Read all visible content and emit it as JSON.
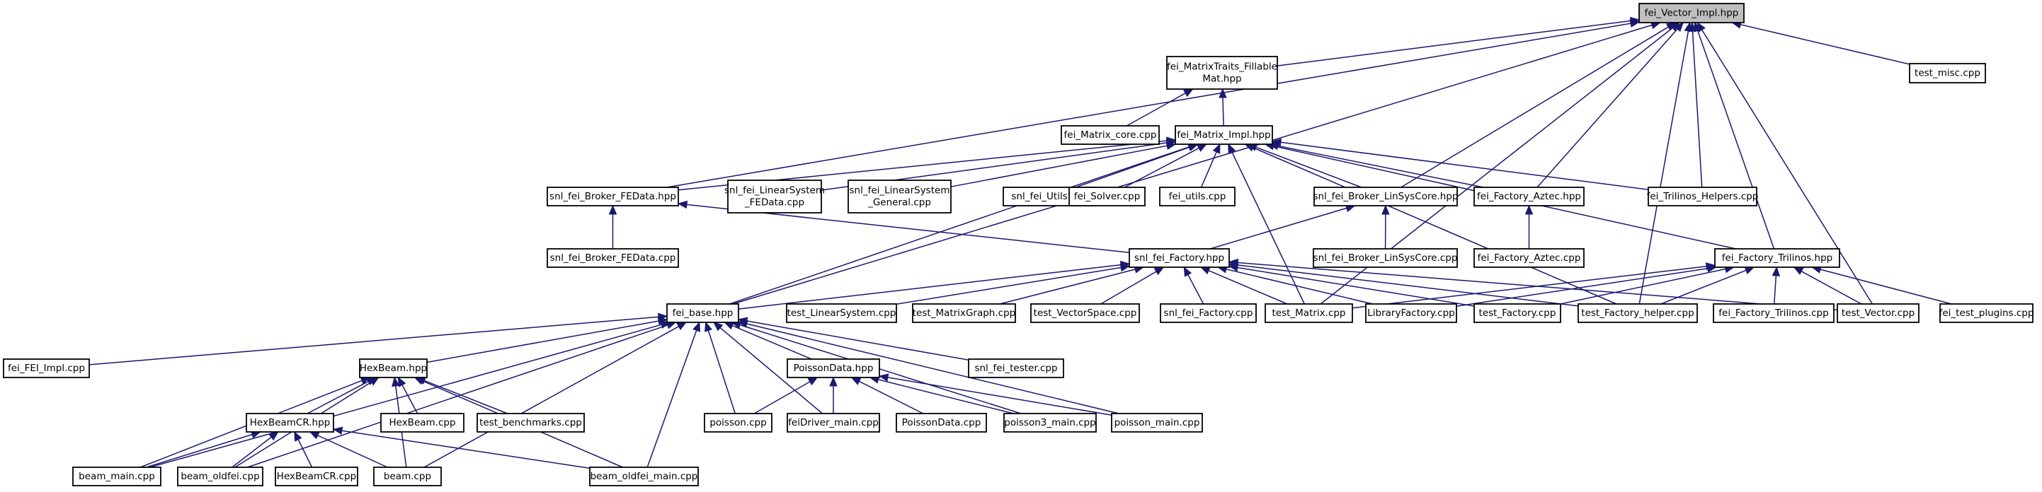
{
  "graph": {
    "title": "",
    "focus_node": "fei_Vector_Impl.hpp",
    "colors": {
      "edge": "#191970",
      "focus_fill": "#bfbfbf",
      "node_fill": "#ffffff",
      "node_border": "#000000"
    },
    "nodes": [
      {
        "id": "vector_impl",
        "lines": [
          "fei_Vector_Impl.hpp"
        ]
      },
      {
        "id": "mt_fillable",
        "lines": [
          "fei_MatrixTraits_Fillable",
          "Mat.hpp"
        ]
      },
      {
        "id": "test_misc",
        "lines": [
          "test_misc.cpp"
        ]
      },
      {
        "id": "matrix_core",
        "lines": [
          "fei_Matrix_core.cpp"
        ]
      },
      {
        "id": "matrix_impl",
        "lines": [
          "fei_Matrix_Impl.hpp"
        ]
      },
      {
        "id": "broker_fedata_hpp",
        "lines": [
          "snl_fei_Broker_FEData.hpp"
        ]
      },
      {
        "id": "ls_fedata",
        "lines": [
          "snl_fei_LinearSystem",
          "_FEData.cpp"
        ]
      },
      {
        "id": "ls_general",
        "lines": [
          "snl_fei_LinearSystem",
          "_General.cpp"
        ]
      },
      {
        "id": "snl_utils",
        "lines": [
          "snl_fei_Utils.cpp"
        ]
      },
      {
        "id": "fei_solver",
        "lines": [
          "fei_Solver.cpp"
        ]
      },
      {
        "id": "fei_utils",
        "lines": [
          "fei_utils.cpp"
        ]
      },
      {
        "id": "broker_lsc_hpp",
        "lines": [
          "snl_fei_Broker_LinSysCore.hpp"
        ]
      },
      {
        "id": "factory_aztec_hpp",
        "lines": [
          "fei_Factory_Aztec.hpp"
        ]
      },
      {
        "id": "trilinos_helpers",
        "lines": [
          "fei_Trilinos_Helpers.cpp"
        ]
      },
      {
        "id": "broker_fedata_cpp",
        "lines": [
          "snl_fei_Broker_FEData.cpp"
        ]
      },
      {
        "id": "snl_factory_hpp",
        "lines": [
          "snl_fei_Factory.hpp"
        ]
      },
      {
        "id": "broker_lsc_cpp",
        "lines": [
          "snl_fei_Broker_LinSysCore.cpp"
        ]
      },
      {
        "id": "factory_aztec_cpp",
        "lines": [
          "fei_Factory_Aztec.cpp"
        ]
      },
      {
        "id": "factory_trilinos_hpp",
        "lines": [
          "fei_Factory_Trilinos.hpp"
        ]
      },
      {
        "id": "fei_base",
        "lines": [
          "fei_base.hpp"
        ]
      },
      {
        "id": "test_ls",
        "lines": [
          "test_LinearSystem.cpp"
        ]
      },
      {
        "id": "test_mg",
        "lines": [
          "test_MatrixGraph.cpp"
        ]
      },
      {
        "id": "test_vs",
        "lines": [
          "test_VectorSpace.cpp"
        ]
      },
      {
        "id": "snl_factory_cpp",
        "lines": [
          "snl_fei_Factory.cpp"
        ]
      },
      {
        "id": "test_matrix",
        "lines": [
          "test_Matrix.cpp"
        ]
      },
      {
        "id": "library_factory",
        "lines": [
          "LibraryFactory.cpp"
        ]
      },
      {
        "id": "test_factory",
        "lines": [
          "test_Factory.cpp"
        ]
      },
      {
        "id": "test_factory_helper",
        "lines": [
          "test_Factory_helper.cpp"
        ]
      },
      {
        "id": "factory_trilinos_cpp",
        "lines": [
          "fei_Factory_Trilinos.cpp"
        ]
      },
      {
        "id": "test_vector",
        "lines": [
          "test_Vector.cpp"
        ]
      },
      {
        "id": "test_plugins",
        "lines": [
          "fei_test_plugins.cpp"
        ]
      },
      {
        "id": "fei_impl",
        "lines": [
          "fei_FEI_Impl.cpp"
        ]
      },
      {
        "id": "hexbeam_hpp",
        "lines": [
          "HexBeam.hpp"
        ]
      },
      {
        "id": "poissondata_hpp",
        "lines": [
          "PoissonData.hpp"
        ]
      },
      {
        "id": "snl_tester",
        "lines": [
          "snl_fei_tester.cpp"
        ]
      },
      {
        "id": "hexbeamcr_hpp",
        "lines": [
          "HexBeamCR.hpp"
        ]
      },
      {
        "id": "hexbeam_cpp",
        "lines": [
          "HexBeam.cpp"
        ]
      },
      {
        "id": "test_bench",
        "lines": [
          "test_benchmarks.cpp"
        ]
      },
      {
        "id": "poisson_cpp",
        "lines": [
          "poisson.cpp"
        ]
      },
      {
        "id": "feidriver",
        "lines": [
          "feiDriver_main.cpp"
        ]
      },
      {
        "id": "poissondata_cpp",
        "lines": [
          "PoissonData.cpp"
        ]
      },
      {
        "id": "poisson3",
        "lines": [
          "poisson3_main.cpp"
        ]
      },
      {
        "id": "poisson_main",
        "lines": [
          "poisson_main.cpp"
        ]
      },
      {
        "id": "beam_main",
        "lines": [
          "beam_main.cpp"
        ]
      },
      {
        "id": "beam_oldfei",
        "lines": [
          "beam_oldfei.cpp"
        ]
      },
      {
        "id": "hexbeamcr_cpp",
        "lines": [
          "HexBeamCR.cpp"
        ]
      },
      {
        "id": "beam_cpp",
        "lines": [
          "beam.cpp"
        ]
      },
      {
        "id": "beam_oldfei_main",
        "lines": [
          "beam_oldfei_main.cpp"
        ]
      }
    ],
    "edges": [
      [
        "vector_impl",
        "mt_fillable"
      ],
      [
        "vector_impl",
        "test_misc"
      ],
      [
        "vector_impl",
        "broker_fedata_hpp"
      ],
      [
        "vector_impl",
        "fei_base"
      ],
      [
        "vector_impl",
        "broker_lsc_hpp"
      ],
      [
        "vector_impl",
        "factory_aztec_hpp"
      ],
      [
        "vector_impl",
        "trilinos_helpers"
      ],
      [
        "vector_impl",
        "factory_trilinos_hpp"
      ],
      [
        "vector_impl",
        "test_matrix"
      ],
      [
        "vector_impl",
        "test_factory_helper"
      ],
      [
        "vector_impl",
        "test_vector"
      ],
      [
        "mt_fillable",
        "matrix_core"
      ],
      [
        "mt_fillable",
        "matrix_impl"
      ],
      [
        "matrix_impl",
        "broker_fedata_hpp"
      ],
      [
        "matrix_impl",
        "ls_fedata"
      ],
      [
        "matrix_impl",
        "ls_general"
      ],
      [
        "matrix_impl",
        "snl_utils"
      ],
      [
        "matrix_impl",
        "fei_solver"
      ],
      [
        "matrix_impl",
        "fei_utils"
      ],
      [
        "matrix_impl",
        "broker_lsc_hpp"
      ],
      [
        "matrix_impl",
        "factory_aztec_hpp"
      ],
      [
        "matrix_impl",
        "trilinos_helpers"
      ],
      [
        "matrix_impl",
        "factory_trilinos_hpp"
      ],
      [
        "matrix_impl",
        "fei_base"
      ],
      [
        "matrix_impl",
        "test_matrix"
      ],
      [
        "matrix_impl",
        "test_factory_helper"
      ],
      [
        "broker_fedata_hpp",
        "broker_fedata_cpp"
      ],
      [
        "broker_fedata_hpp",
        "snl_factory_hpp"
      ],
      [
        "broker_lsc_hpp",
        "broker_lsc_cpp"
      ],
      [
        "broker_lsc_hpp",
        "snl_factory_hpp"
      ],
      [
        "factory_aztec_hpp",
        "factory_aztec_cpp"
      ],
      [
        "snl_factory_hpp",
        "fei_base"
      ],
      [
        "snl_factory_hpp",
        "test_ls"
      ],
      [
        "snl_factory_hpp",
        "test_mg"
      ],
      [
        "snl_factory_hpp",
        "test_vs"
      ],
      [
        "snl_factory_hpp",
        "snl_factory_cpp"
      ],
      [
        "snl_factory_hpp",
        "test_matrix"
      ],
      [
        "snl_factory_hpp",
        "library_factory"
      ],
      [
        "snl_factory_hpp",
        "test_factory"
      ],
      [
        "snl_factory_hpp",
        "test_factory_helper"
      ],
      [
        "snl_factory_hpp",
        "test_vector"
      ],
      [
        "factory_trilinos_hpp",
        "test_matrix"
      ],
      [
        "factory_trilinos_hpp",
        "library_factory"
      ],
      [
        "factory_trilinos_hpp",
        "test_factory"
      ],
      [
        "factory_trilinos_hpp",
        "test_factory_helper"
      ],
      [
        "factory_trilinos_hpp",
        "factory_trilinos_cpp"
      ],
      [
        "factory_trilinos_hpp",
        "test_vector"
      ],
      [
        "factory_trilinos_hpp",
        "test_plugins"
      ],
      [
        "fei_base",
        "fei_impl"
      ],
      [
        "fei_base",
        "hexbeam_hpp"
      ],
      [
        "fei_base",
        "poissondata_hpp"
      ],
      [
        "fei_base",
        "snl_tester"
      ],
      [
        "fei_base",
        "poisson_cpp"
      ],
      [
        "fei_base",
        "feidriver"
      ],
      [
        "fei_base",
        "poisson3"
      ],
      [
        "fei_base",
        "poisson_main"
      ],
      [
        "fei_base",
        "beam_main"
      ],
      [
        "fei_base",
        "beam_oldfei"
      ],
      [
        "fei_base",
        "beam_cpp"
      ],
      [
        "fei_base",
        "beam_oldfei_main"
      ],
      [
        "hexbeam_hpp",
        "hexbeamcr_hpp"
      ],
      [
        "hexbeam_hpp",
        "hexbeam_cpp"
      ],
      [
        "hexbeam_hpp",
        "test_bench"
      ],
      [
        "hexbeam_hpp",
        "beam_main"
      ],
      [
        "hexbeam_hpp",
        "beam_oldfei"
      ],
      [
        "hexbeam_hpp",
        "beam_cpp"
      ],
      [
        "hexbeam_hpp",
        "beam_oldfei_main"
      ],
      [
        "hexbeamcr_hpp",
        "hexbeamcr_cpp"
      ],
      [
        "hexbeamcr_hpp",
        "beam_main"
      ],
      [
        "hexbeamcr_hpp",
        "beam_oldfei"
      ],
      [
        "hexbeamcr_hpp",
        "beam_cpp"
      ],
      [
        "hexbeamcr_hpp",
        "beam_oldfei_main"
      ],
      [
        "poissondata_hpp",
        "poisson_cpp"
      ],
      [
        "poissondata_hpp",
        "feidriver"
      ],
      [
        "poissondata_hpp",
        "poissondata_cpp"
      ],
      [
        "poissondata_hpp",
        "poisson3"
      ],
      [
        "poissondata_hpp",
        "poisson_main"
      ]
    ]
  }
}
